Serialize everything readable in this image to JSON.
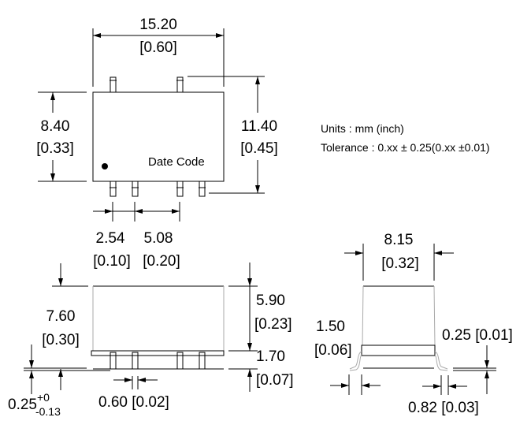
{
  "top_view": {
    "width_mm": "15.20",
    "width_in": "[0.60]",
    "height_mm": "8.40",
    "height_in": "[0.33]",
    "overall_mm": "11.40",
    "overall_in": "[0.45]",
    "pitch_mm": "2.54",
    "pitch_in": "[0.10]",
    "gap_mm": "5.08",
    "gap_in": "[0.20]",
    "label": "Date Code"
  },
  "notes": {
    "units": "Units : mm (inch)",
    "tolerance": "Tolerance : 0.xx ± 0.25(0.xx ±0.01)"
  },
  "side_view": {
    "height_mm": "7.60",
    "height_in": "[0.30]",
    "body_mm": "5.90",
    "body_in": "[0.23]",
    "standoff_mm": "1.70",
    "standoff_in": "[0.07]",
    "clearance_base": "0.25",
    "clearance_plus": "+0",
    "clearance_minus": "-0.13",
    "pin_width": "0.60 [0.02]"
  },
  "end_view": {
    "width_mm": "8.15",
    "width_in": "[0.32]",
    "lead_mm": "1.50",
    "lead_in": "[0.06]",
    "thickness": "0.25 [0.01]",
    "foot": "0.82 [0.03]"
  }
}
